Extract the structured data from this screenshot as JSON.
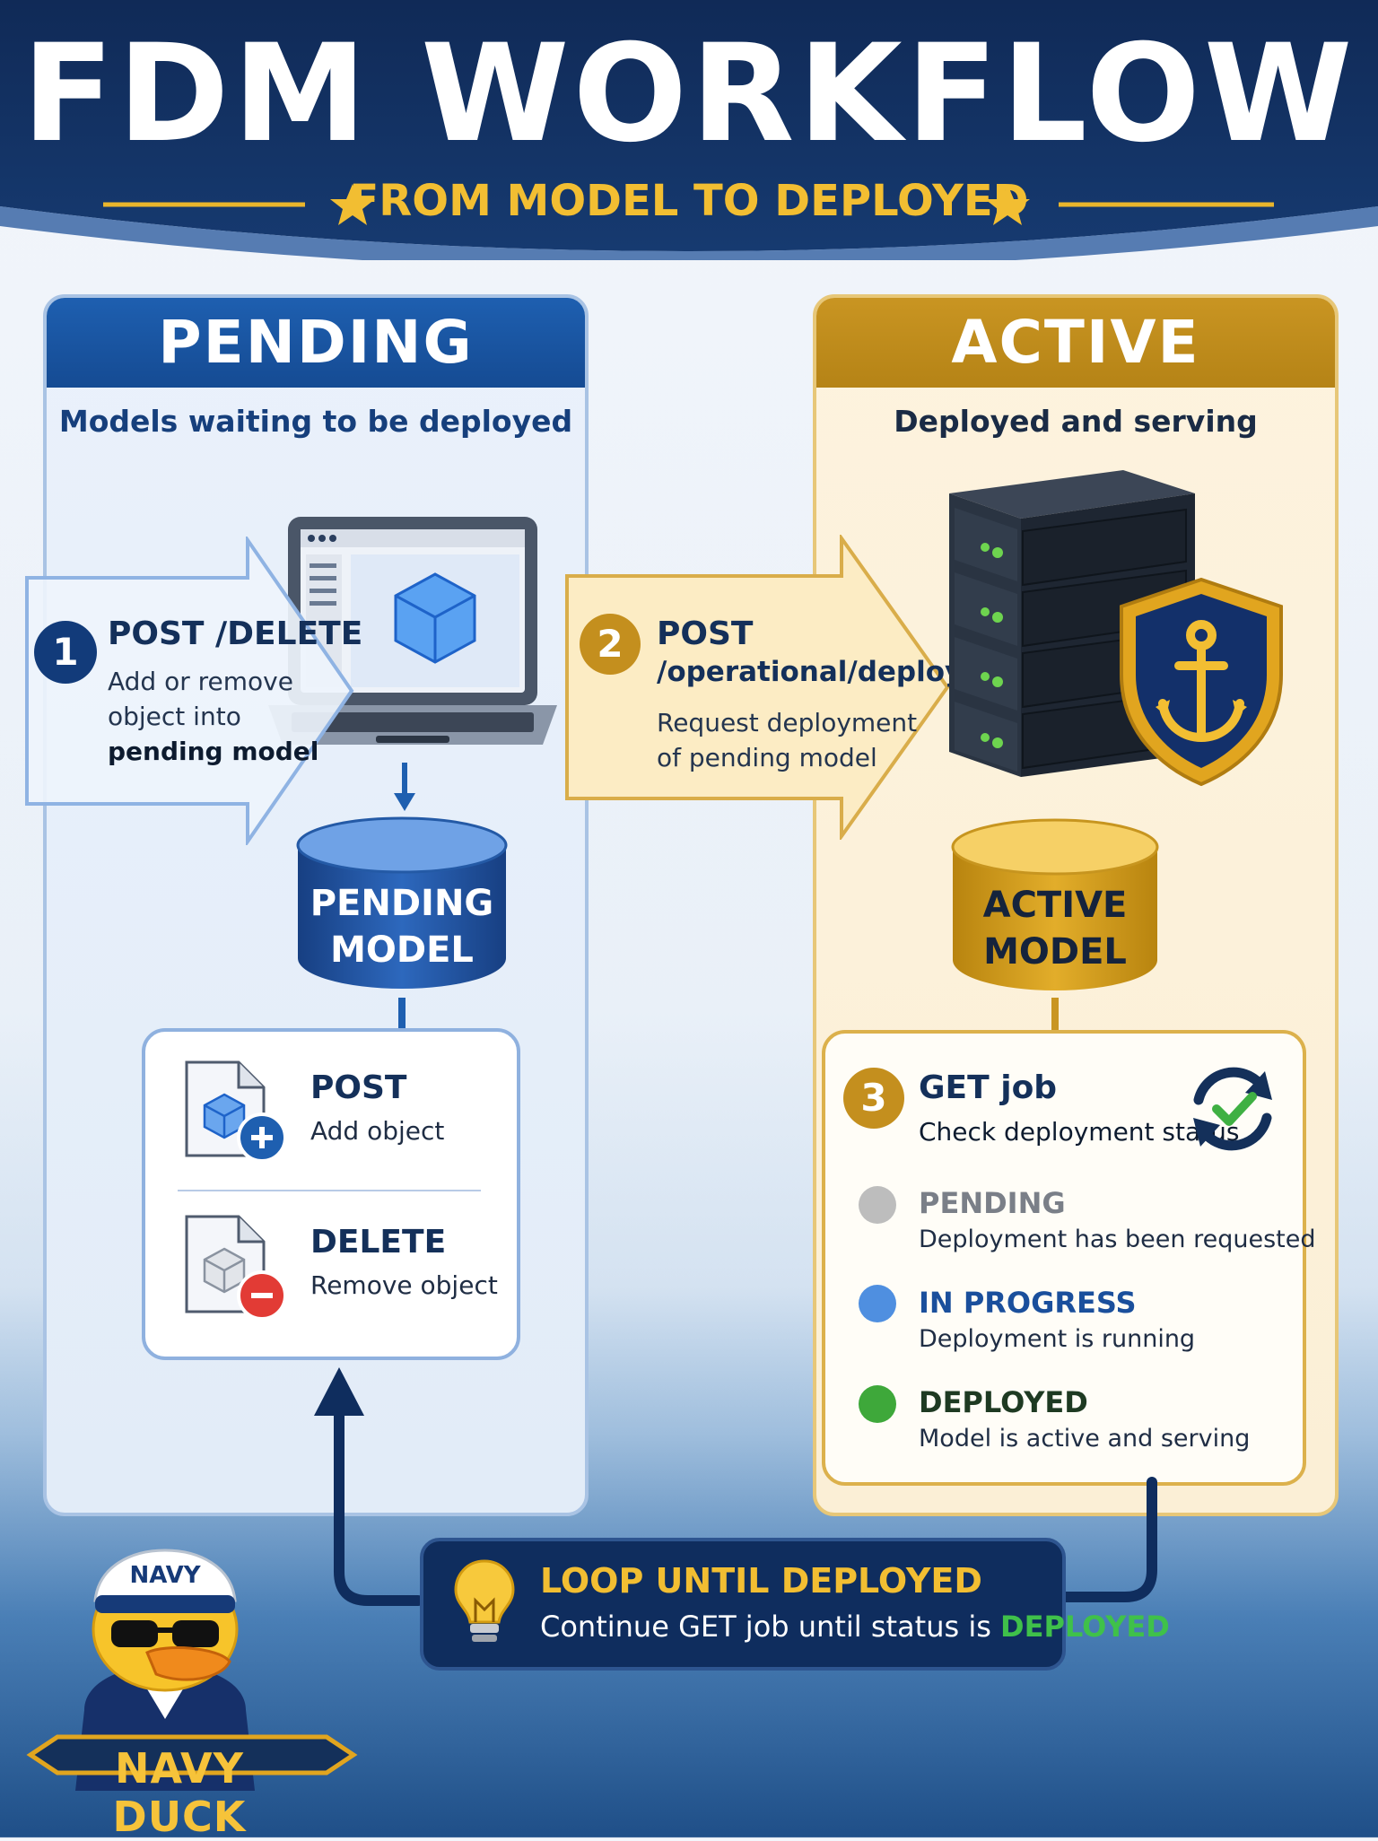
{
  "header": {
    "title": "FDM WORKFLOW",
    "subtitle": "FROM MODEL TO DEPLOYED"
  },
  "pending_panel": {
    "title": "PENDING",
    "subtitle": "Models waiting to be deployed",
    "step": {
      "number": "1",
      "title": "POST /DELETE",
      "desc_line1": "Add or remove",
      "desc_line2": "object into",
      "desc_line3": "pending model"
    },
    "cylinder": {
      "line1": "PENDING",
      "line2": "MODEL"
    },
    "actions": [
      {
        "title": "POST",
        "desc": "Add object"
      },
      {
        "title": "DELETE",
        "desc": "Remove object"
      }
    ]
  },
  "deploy_step": {
    "number": "2",
    "title_line1": "POST",
    "title_line2": "/operational/deploy",
    "desc_line1": "Request deployment",
    "desc_line2": "of pending model"
  },
  "active_panel": {
    "title": "ACTIVE",
    "subtitle": "Deployed and serving",
    "cylinder": {
      "line1": "ACTIVE",
      "line2": "MODEL"
    },
    "job": {
      "number": "3",
      "title": "GET job",
      "desc": "Check deployment status",
      "statuses": [
        {
          "title": "PENDING",
          "desc": "Deployment has been requested",
          "color": "#bdbdbd",
          "title_color": "#7a7f88"
        },
        {
          "title": "IN PROGRESS",
          "desc": "Deployment is running",
          "color": "#4f8fe0",
          "title_color": "#1a4f9c"
        },
        {
          "title": "DEPLOYED",
          "desc": "Model is active and serving",
          "color": "#3ea83a",
          "title_color": "#1e3a22"
        }
      ]
    }
  },
  "loop": {
    "title": "LOOP UNTIL DEPLOYED",
    "desc_prefix": "Continue GET job until status is",
    "desc_highlight": "DEPLOYED"
  },
  "mascot": {
    "hat_text": "NAVY",
    "banner": "NAVY DUCK"
  },
  "colors": {
    "navy": "#0f2d5e",
    "blue": "#1e5fb0",
    "gold": "#c99522",
    "green": "#3fc14a"
  }
}
